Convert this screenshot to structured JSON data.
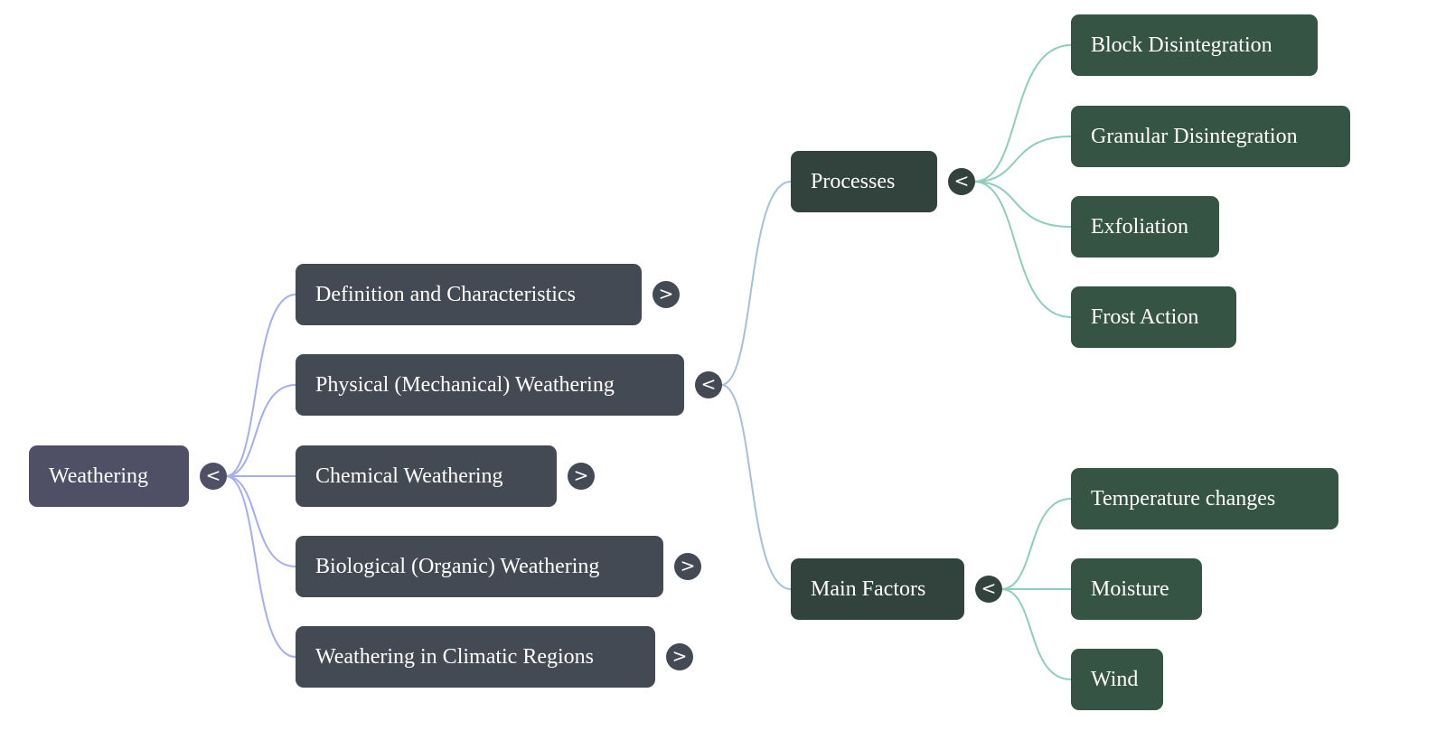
{
  "colors": {
    "root_bg": "#4f5066",
    "level1_bg": "#434a53",
    "level2_bg": "#32433e",
    "level3_bg": "#365443",
    "edge_root": "#a4adf2",
    "edge_level1": "#a5bfdd",
    "edge_level2": "#8ecdbd"
  },
  "mindmap": {
    "root": {
      "label": "Weathering",
      "toggle": "<"
    },
    "branches": [
      {
        "label": "Definition and Characteristics",
        "toggle": ">"
      },
      {
        "label": "Physical (Mechanical) Weathering",
        "toggle": "<"
      },
      {
        "label": "Chemical Weathering",
        "toggle": ">"
      },
      {
        "label": "Biological (Organic) Weathering",
        "toggle": ">"
      },
      {
        "label": "Weathering in Climatic Regions",
        "toggle": ">"
      }
    ],
    "physical_children": [
      {
        "label": "Processes",
        "toggle": "<",
        "children": [
          "Block Disintegration",
          "Granular Disintegration",
          "Exfoliation",
          "Frost Action"
        ]
      },
      {
        "label": "Main Factors",
        "toggle": "<",
        "children": [
          "Temperature changes",
          "Moisture",
          "Wind"
        ]
      }
    ]
  }
}
